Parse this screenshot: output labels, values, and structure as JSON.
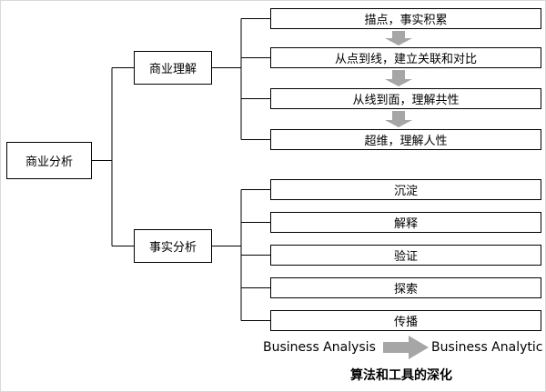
{
  "root": {
    "label": "商业分析"
  },
  "branches": [
    {
      "label": "商业理解",
      "children": [
        {
          "label": "描点，事实积累"
        },
        {
          "label": "从点到线，建立关联和对比"
        },
        {
          "label": "从线到面，理解共性"
        },
        {
          "label": "超维，理解人性"
        }
      ]
    },
    {
      "label": "事实分析",
      "children": [
        {
          "label": "沉淀"
        },
        {
          "label": "解释"
        },
        {
          "label": "验证"
        },
        {
          "label": "探索"
        },
        {
          "label": "传播"
        }
      ]
    }
  ],
  "footer": {
    "left": "Business Analysis",
    "right": "Business Analytic",
    "caption": "算法和工具的深化"
  },
  "colors": {
    "arrow": "#a6a6a6",
    "line": "#000000",
    "border": "#000000",
    "background": "#ffffff"
  }
}
